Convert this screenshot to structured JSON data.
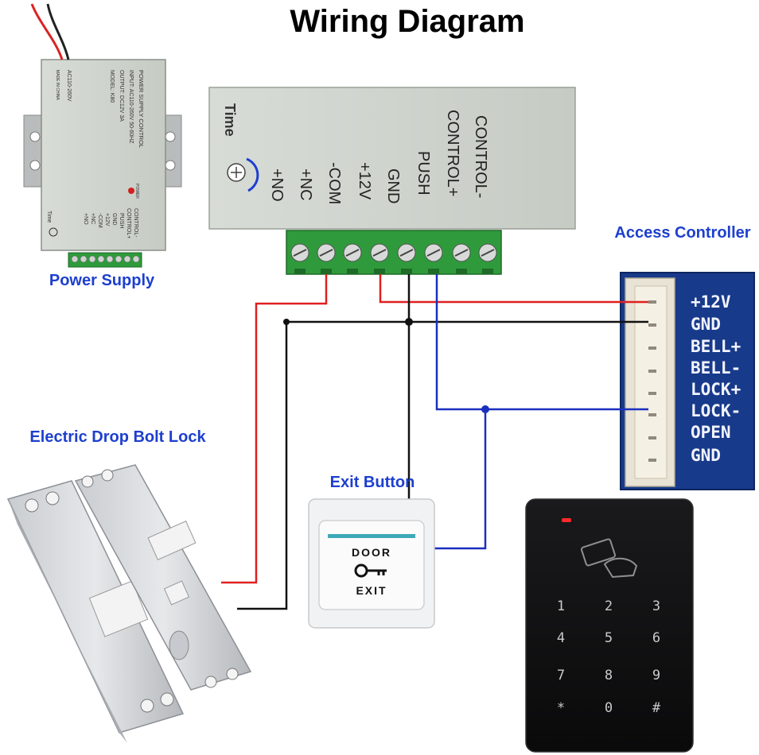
{
  "title": "Wiring Diagram",
  "labels": {
    "power_supply": "Power Supply",
    "access_controller": "Access Controller",
    "lock": "Electric Drop Bolt Lock",
    "exit_button": "Exit Button"
  },
  "power_supply_device": {
    "lines": [
      "POWER SUPPLY CONTROL",
      "INPUT: AC110-260V 50-60HZ",
      "OUTPUT: DC12V 3A",
      "MODEL: K80"
    ],
    "ac": "AC110-260V",
    "made_in": "MADE IN CHINA",
    "power_led": "POWER",
    "terminals": [
      "CONTROL-",
      "CONTROL+",
      "PUSH",
      "GND",
      "+12V",
      "-COM",
      "+NC",
      "+NO"
    ],
    "time": "Time"
  },
  "supply_large": {
    "time": "Time",
    "terminals": [
      "+NO",
      "+NC",
      "-COM",
      "+12V",
      "GND",
      "PUSH",
      "CONTROL+",
      "CONTROL-"
    ]
  },
  "controller_pins": [
    "+12V",
    "GND",
    "BELL+",
    "BELL-",
    "LOCK+",
    "LOCK-",
    "OPEN",
    "GND"
  ],
  "exit_button_device": {
    "top": "DOOR",
    "bottom": "EXIT"
  },
  "keypad_keys": [
    "1",
    "2",
    "3",
    "4",
    "5",
    "6",
    "7",
    "8",
    "9",
    "*",
    "0",
    "#"
  ],
  "wire_colors": {
    "red": "#e02020",
    "black": "#111111",
    "blue": "#1a2fbf"
  }
}
